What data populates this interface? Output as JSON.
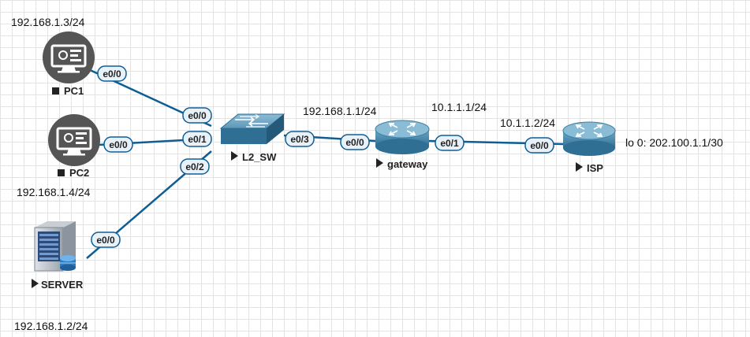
{
  "nodes": {
    "pc1": {
      "name": "PC1",
      "status": "stopped",
      "ip": "192.168.1.3/24"
    },
    "pc2": {
      "name": "PC2",
      "status": "stopped",
      "ip": "192.168.1.4/24"
    },
    "server": {
      "name": "SERVER",
      "status": "running",
      "ip": "192.168.1.2/24"
    },
    "switch": {
      "name": "L2_SW",
      "status": "running"
    },
    "gateway": {
      "name": "gateway",
      "status": "running",
      "ip_lan": "192.168.1.1/24",
      "ip_wan": "10.1.1.1/24"
    },
    "isp": {
      "name": "ISP",
      "status": "running",
      "ip_wan": "10.1.1.2/24",
      "loopback": "lo 0: 202.100.1.1/30"
    }
  },
  "links": {
    "pc1_sw": {
      "a": "e0/0",
      "b": "e0/0"
    },
    "pc2_sw": {
      "a": "e0/0",
      "b": "e0/1"
    },
    "server_sw": {
      "a": "e0/0",
      "b": "e0/2"
    },
    "sw_gw": {
      "a": "e0/3",
      "b": "e0/0"
    },
    "gw_isp": {
      "a": "e0/1",
      "b": "e0/0"
    }
  },
  "colors": {
    "link": "#0e5e94",
    "label_fill": "#e8f1f8",
    "label_border": "#0e5e94",
    "device_blue": "#3e7fa3",
    "pc_dark": "#555555"
  },
  "icons": {
    "pc": "desktop-monitor-icon",
    "switch": "network-switch-icon",
    "router": "router-icon",
    "server": "server-database-icon",
    "stopped": "stop-square-icon",
    "running": "play-triangle-icon"
  }
}
